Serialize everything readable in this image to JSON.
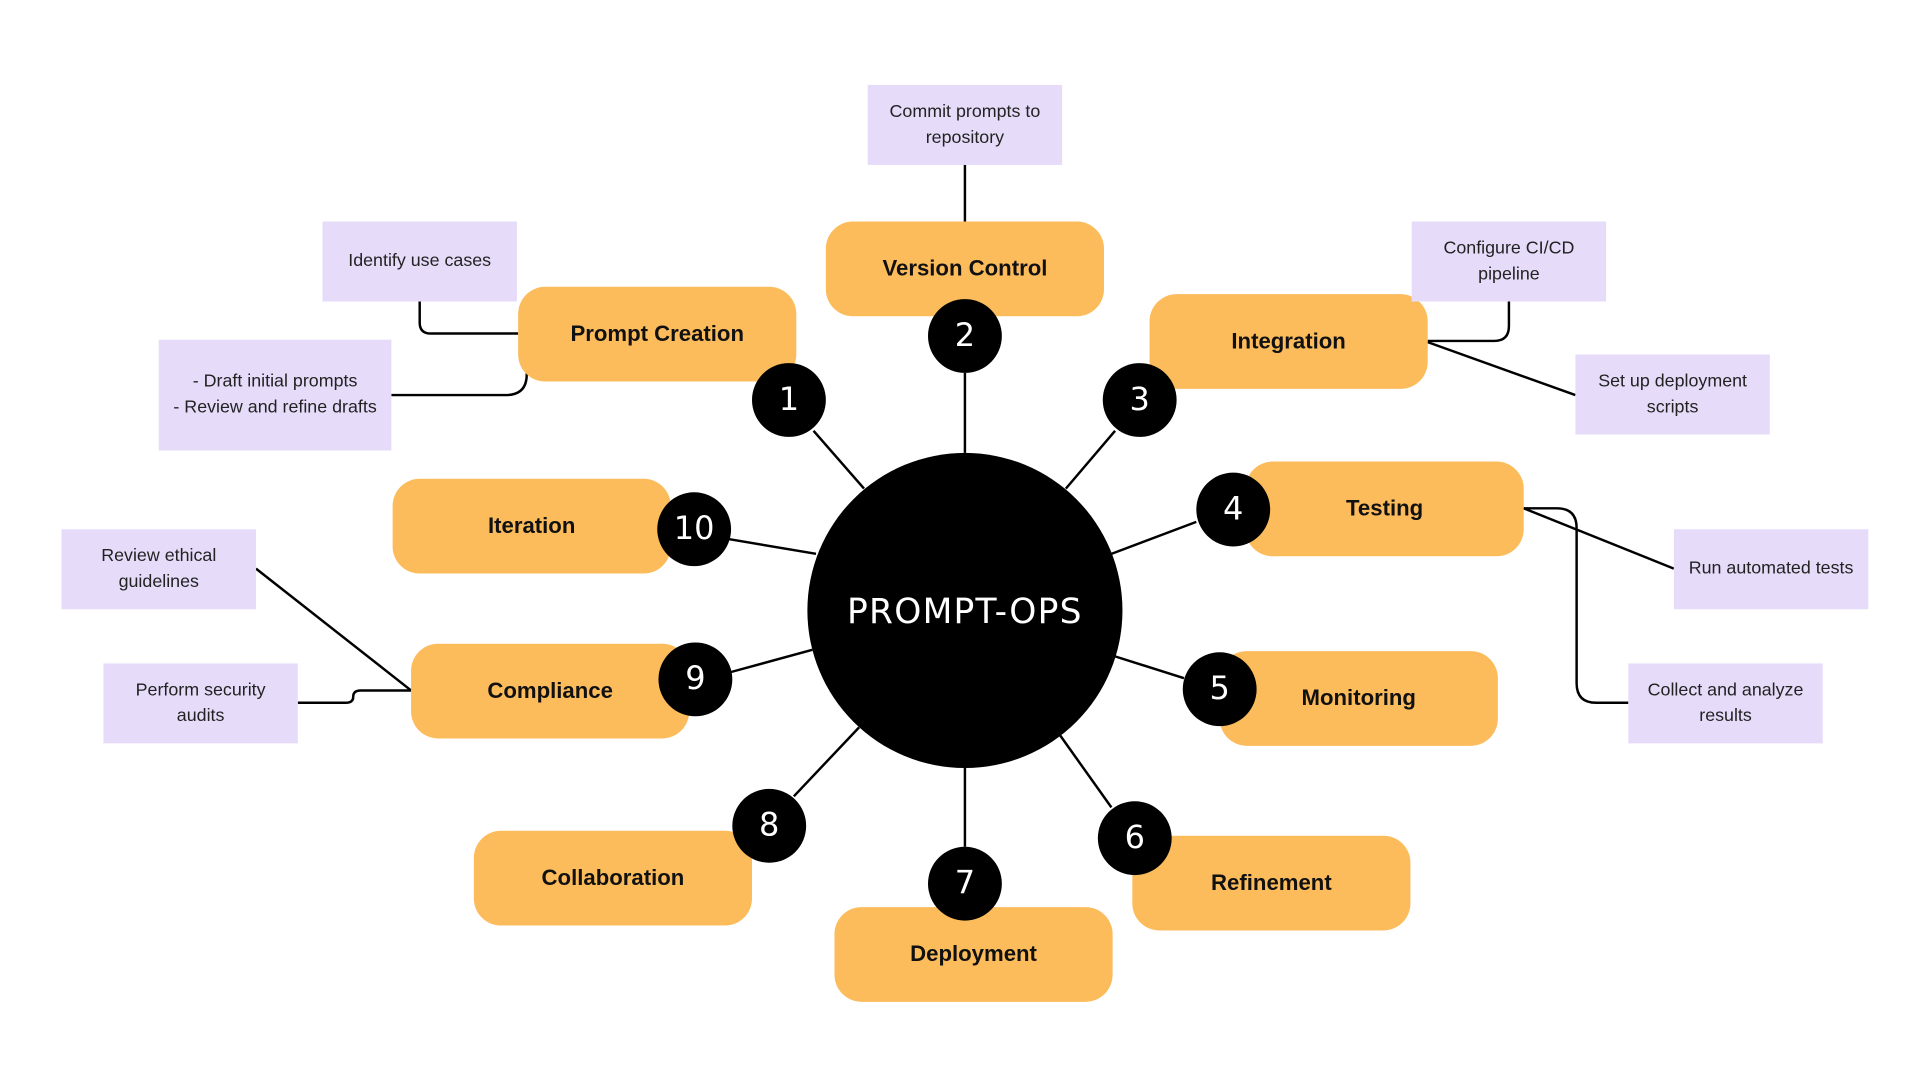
{
  "hub": {
    "label": "PROMPT-OPS"
  },
  "colors": {
    "hub": "#000000",
    "step_pill": "#fcbc5c",
    "note_box": "#e6dcfa",
    "badge": "#000000",
    "connector": "#000000"
  },
  "steps": [
    {
      "number": "1",
      "label": "Prompt Creation"
    },
    {
      "number": "2",
      "label": "Version Control"
    },
    {
      "number": "3",
      "label": "Integration"
    },
    {
      "number": "4",
      "label": "Testing"
    },
    {
      "number": "5",
      "label": "Monitoring"
    },
    {
      "number": "6",
      "label": "Refinement"
    },
    {
      "number": "7",
      "label": "Deployment"
    },
    {
      "number": "8",
      "label": "Collaboration"
    },
    {
      "number": "9",
      "label": "Compliance"
    },
    {
      "number": "10",
      "label": "Iteration"
    }
  ],
  "notes": {
    "prompt_creation": [
      "Identify use cases",
      "- Draft initial prompts\n- Review and refine drafts"
    ],
    "version_control": [
      "Commit prompts to\nrepository"
    ],
    "integration": [
      "Configure CI/CD\npipeline",
      "Set up deployment\nscripts"
    ],
    "testing": [
      "Run automated tests",
      "Collect and analyze\nresults"
    ],
    "compliance": [
      "Review ethical\nguidelines",
      "Perform security\naudits"
    ]
  }
}
